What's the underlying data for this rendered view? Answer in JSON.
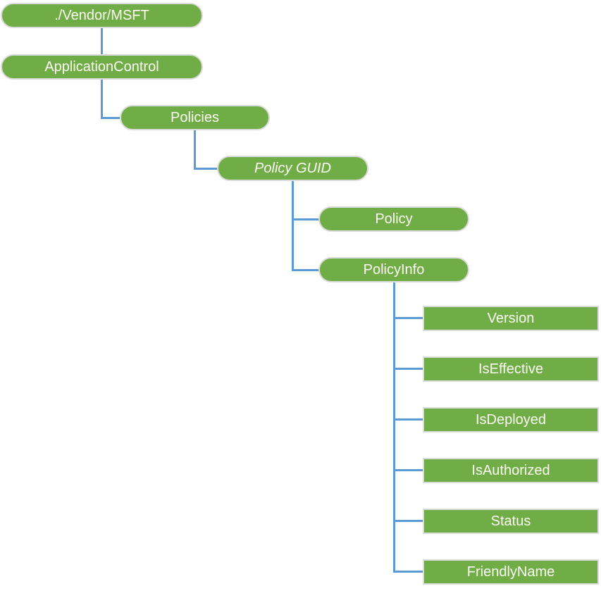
{
  "diagram": {
    "type": "tree",
    "nodes": [
      {
        "id": "vendor-msft",
        "label": "./Vendor/MSFT",
        "shape": "pill",
        "italic": false
      },
      {
        "id": "application-control",
        "label": "ApplicationControl",
        "shape": "pill",
        "italic": false
      },
      {
        "id": "policies",
        "label": "Policies",
        "shape": "pill",
        "italic": false
      },
      {
        "id": "policy-guid",
        "label": "Policy GUID",
        "shape": "pill",
        "italic": true
      },
      {
        "id": "policy",
        "label": "Policy",
        "shape": "pill",
        "italic": false
      },
      {
        "id": "policy-info",
        "label": "PolicyInfo",
        "shape": "pill",
        "italic": false
      },
      {
        "id": "version",
        "label": "Version",
        "shape": "rect",
        "italic": false
      },
      {
        "id": "is-effective",
        "label": "IsEffective",
        "shape": "rect",
        "italic": false
      },
      {
        "id": "is-deployed",
        "label": "IsDeployed",
        "shape": "rect",
        "italic": false
      },
      {
        "id": "is-authorized",
        "label": "IsAuthorized",
        "shape": "rect",
        "italic": false
      },
      {
        "id": "status",
        "label": "Status",
        "shape": "rect",
        "italic": false
      },
      {
        "id": "friendly-name",
        "label": "FriendlyName",
        "shape": "rect",
        "italic": false
      }
    ],
    "edges": [
      {
        "from": "vendor-msft",
        "to": "application-control"
      },
      {
        "from": "application-control",
        "to": "policies"
      },
      {
        "from": "policies",
        "to": "policy-guid"
      },
      {
        "from": "policy-guid",
        "to": "policy"
      },
      {
        "from": "policy-guid",
        "to": "policy-info"
      },
      {
        "from": "policy-info",
        "to": "version"
      },
      {
        "from": "policy-info",
        "to": "is-effective"
      },
      {
        "from": "policy-info",
        "to": "is-deployed"
      },
      {
        "from": "policy-info",
        "to": "is-authorized"
      },
      {
        "from": "policy-info",
        "to": "status"
      },
      {
        "from": "policy-info",
        "to": "friendly-name"
      }
    ],
    "colors": {
      "node_fill": "#71AD47",
      "node_border": "#DBDBDB",
      "connector": "#5B9BD5",
      "text": "#FCFCF4",
      "background": "#FFFFFF"
    }
  }
}
